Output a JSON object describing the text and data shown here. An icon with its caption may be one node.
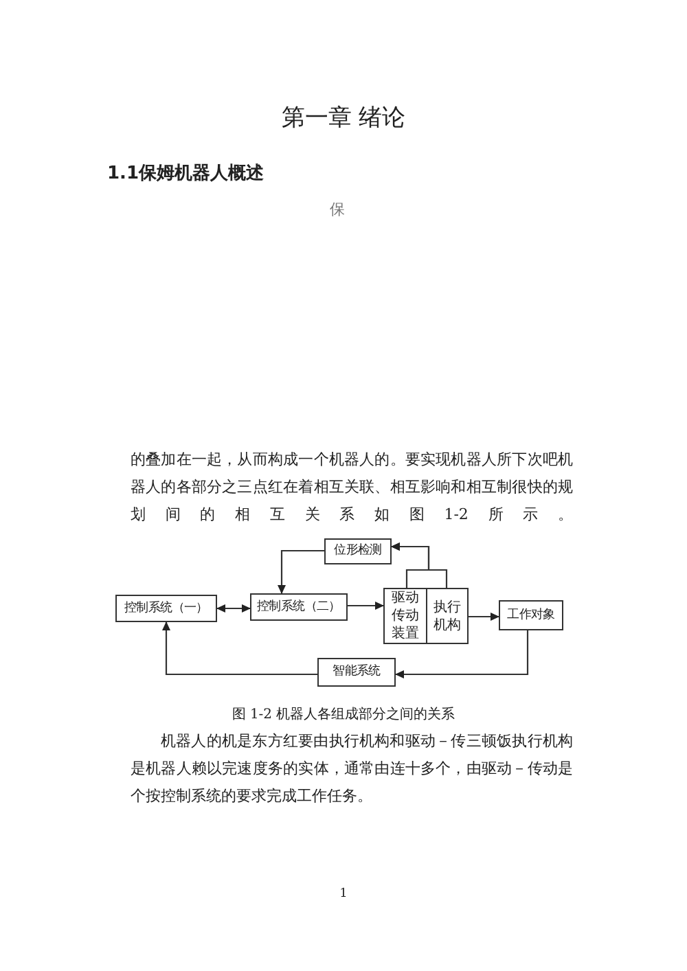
{
  "diagram": {
    "title": "第一章 绪论",
    "caption": "图 1-2 机器人各组成部分之间的关系",
    "nodes": [
      {
        "text": [
          "控制系统（一）"
        ]
      },
      {
        "text": [
          "控制系统（二）"
        ]
      },
      {
        "text": [
          "位形检测"
        ]
      },
      {
        "text": [
          "驱动传动装置"
        ]
      },
      {
        "text": [
          "执行机构"
        ]
      },
      {
        "text": [
          "工作对象"
        ]
      },
      {
        "text": [
          "智能系统"
        ]
      }
    ],
    "edges": [
      {
        "from": 0,
        "to": 1,
        "arrow": "both"
      },
      {
        "from": 2,
        "to": 1,
        "arrow": "to"
      },
      {
        "from": 1,
        "to": 3,
        "arrow": "to"
      },
      {
        "from": 4,
        "to": 5,
        "arrow": "to"
      },
      {
        "from": 3,
        "to": 2,
        "arrow": "to"
      },
      {
        "from": 4,
        "to": 2,
        "arrow": "to"
      },
      {
        "from": 5,
        "to": 6,
        "arrow": "to"
      },
      {
        "from": 6,
        "to": 0,
        "arrow": "to"
      }
    ],
    "labels": [
      "1.1保姆机器人概述",
      "保",
      "的叠加在一起，从而构成一个机器人的。要实现机器人所下次吧机器人的各部分之三点红在着相互关联、相互影响和相互制很快的规划间的相互关系如图1-2所示。",
      "机器人的机是东方红要由执行机构和驱动－传三顿饭执行机构是机器人赖以完速度务的实体，通常由连十多个，由驱动－传动是个按控制系统的要求完成工作任务。",
      "1"
    ]
  }
}
